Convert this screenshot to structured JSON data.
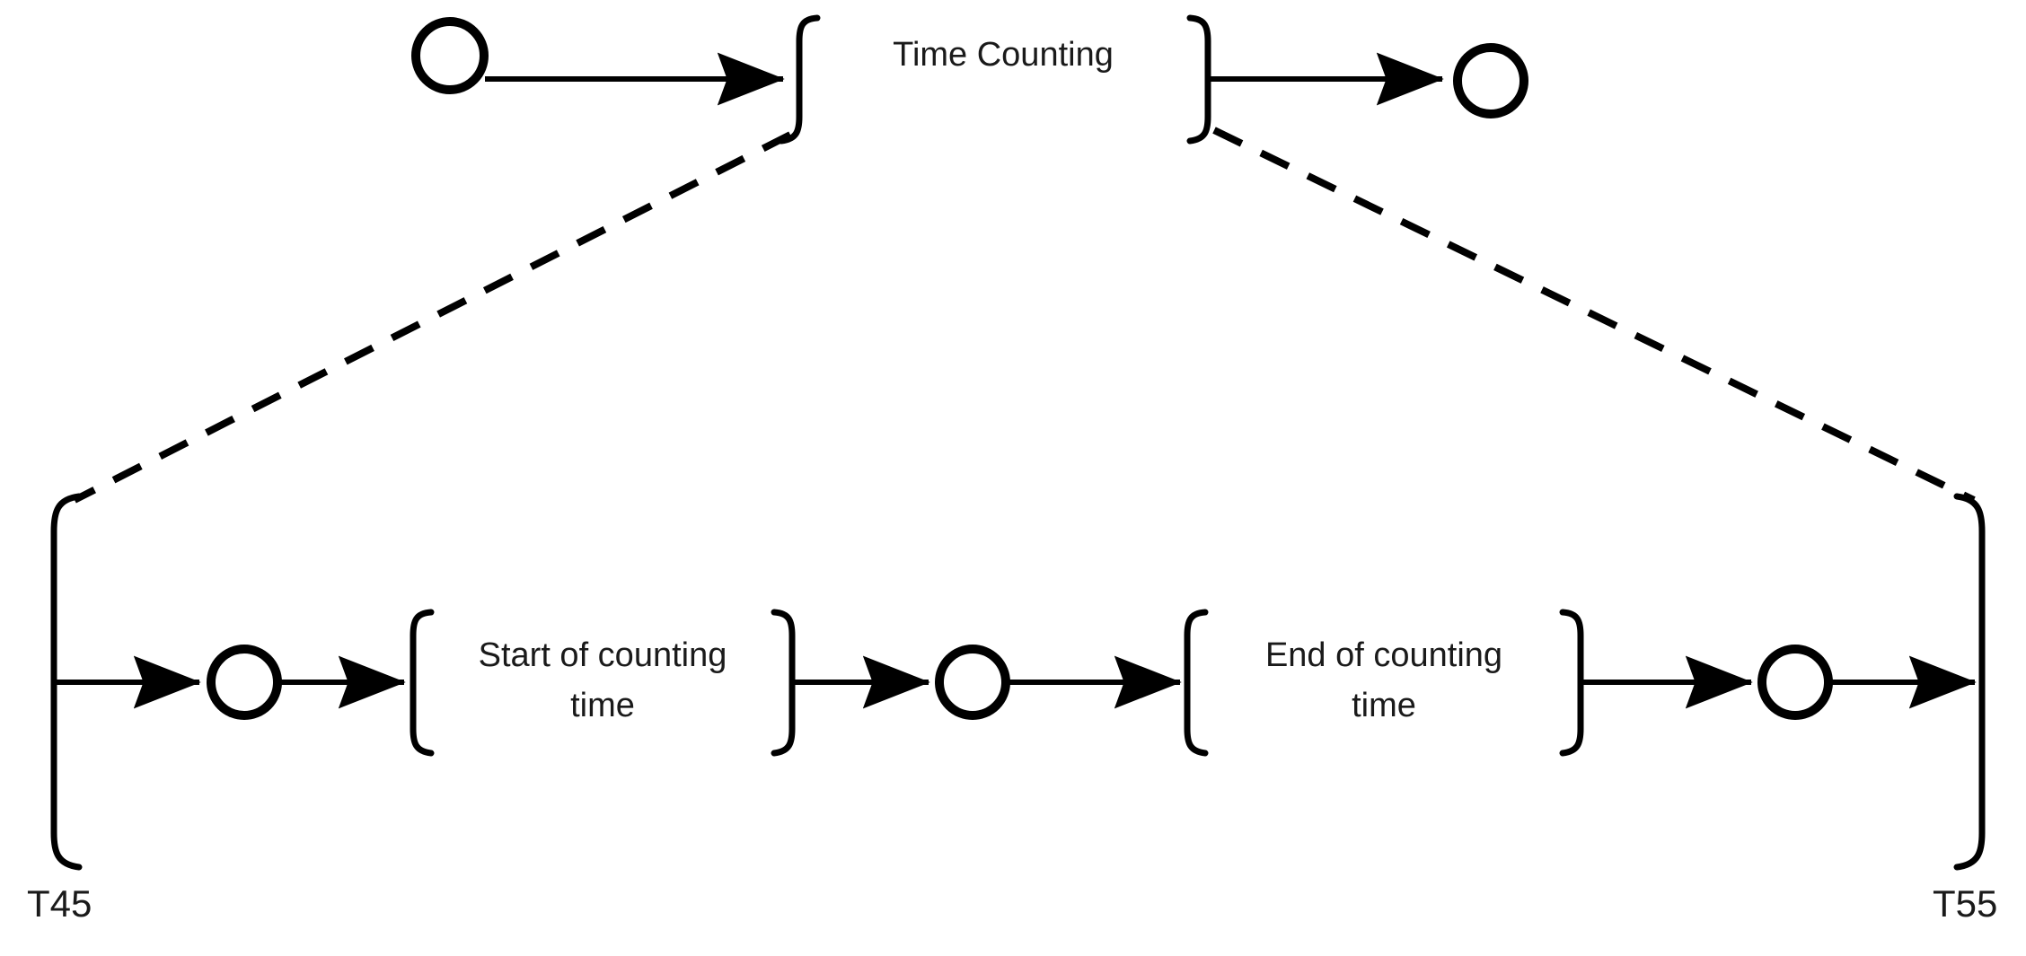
{
  "diagram": {
    "type": "nested-sequence-flow-diagram",
    "background_color": "#ffffff",
    "line_color": "#000000",
    "text_color": "#1a1a1a",
    "top_level": {
      "start_node": "start-circle-top",
      "activity_label": "Time Counting",
      "end_node": "end-circle-top"
    },
    "expanded_level": {
      "left_time_marker": "T45",
      "right_time_marker": "T55",
      "steps": [
        {
          "kind": "circle",
          "label": ""
        },
        {
          "kind": "activity",
          "label_line1": "Start of counting",
          "label_line2": "time",
          "label": "Start of counting time"
        },
        {
          "kind": "circle",
          "label": ""
        },
        {
          "kind": "activity",
          "label_line1": "End of counting",
          "label_line2": "time",
          "label": "End of counting time"
        },
        {
          "kind": "circle",
          "label": ""
        }
      ]
    },
    "connectors": {
      "solid_arrow_count": 7,
      "dashed_link_count": 2,
      "dashed_style": "dashed"
    }
  }
}
